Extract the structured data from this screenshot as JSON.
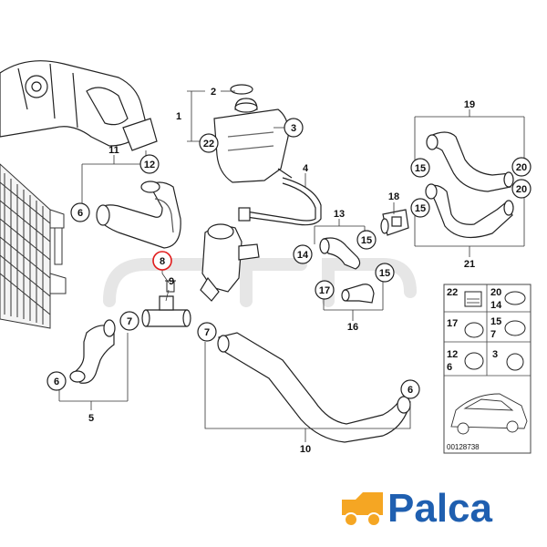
{
  "callouts": {
    "c1": "1",
    "c2": "2",
    "c3": "3",
    "c4": "4",
    "c5": "5",
    "c6a": "6",
    "c6b": "6",
    "c6c": "6",
    "c7a": "7",
    "c7b": "7",
    "c8": "8",
    "c9": "9",
    "c10": "10",
    "c11": "11",
    "c12": "12",
    "c13": "13",
    "c14": "14",
    "c15a": "15",
    "c15b": "15",
    "c15c": "15",
    "c15d": "15",
    "c16": "16",
    "c17": "17",
    "c18": "18",
    "c19": "19",
    "c20a": "20",
    "c20b": "20",
    "c21": "21",
    "c22": "22"
  },
  "legend": {
    "r1a": "22",
    "r1b": "20",
    "r1c": "14",
    "r2a": "17",
    "r2b": "15",
    "r2c": "7",
    "r3a": "12",
    "r3b": "6",
    "r3c": "3"
  },
  "diagram_code": "00128738",
  "logo": {
    "text": "Palca",
    "color": "#1f5fb0"
  },
  "highlight_color": "#e01a1a"
}
